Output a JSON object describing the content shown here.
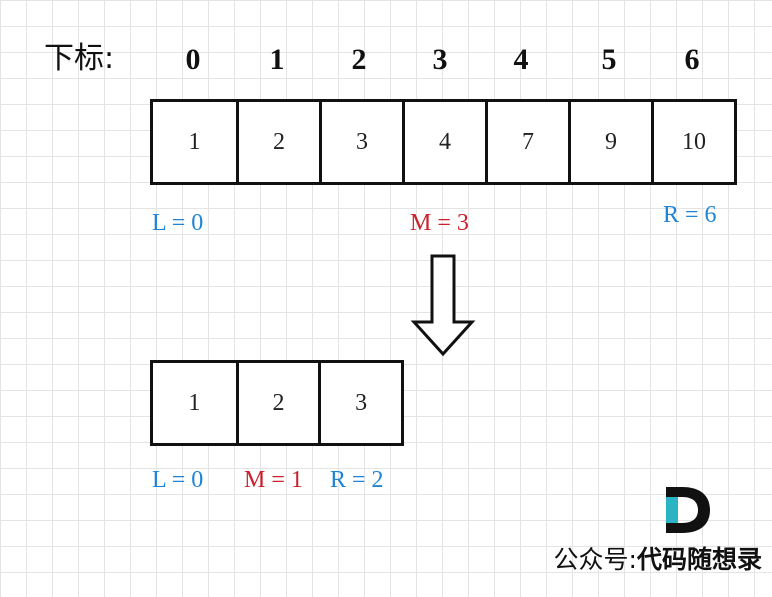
{
  "index_label": "下标:",
  "indices": [
    "0",
    "1",
    "2",
    "3",
    "4",
    "5",
    "6"
  ],
  "array_top": [
    "1",
    "2",
    "3",
    "4",
    "7",
    "9",
    "10"
  ],
  "pointers_top": {
    "left": "L = 0",
    "mid": "M = 3",
    "right": "R = 6"
  },
  "array_bottom": [
    "1",
    "2",
    "3"
  ],
  "pointers_bottom": {
    "left": "L = 0",
    "mid": "M = 1",
    "right": "R = 2"
  },
  "footer": {
    "prefix": "公众号:",
    "name": "代码随想录"
  },
  "colors": {
    "left_right_pointer": "#1e84d6",
    "mid_pointer": "#cc1f2b",
    "grid": "#e4e4e4",
    "logo_teal": "#2bb5c4"
  },
  "icons": {
    "arrow": "down-arrow-icon",
    "logo": "brand-logo-d-icon"
  }
}
